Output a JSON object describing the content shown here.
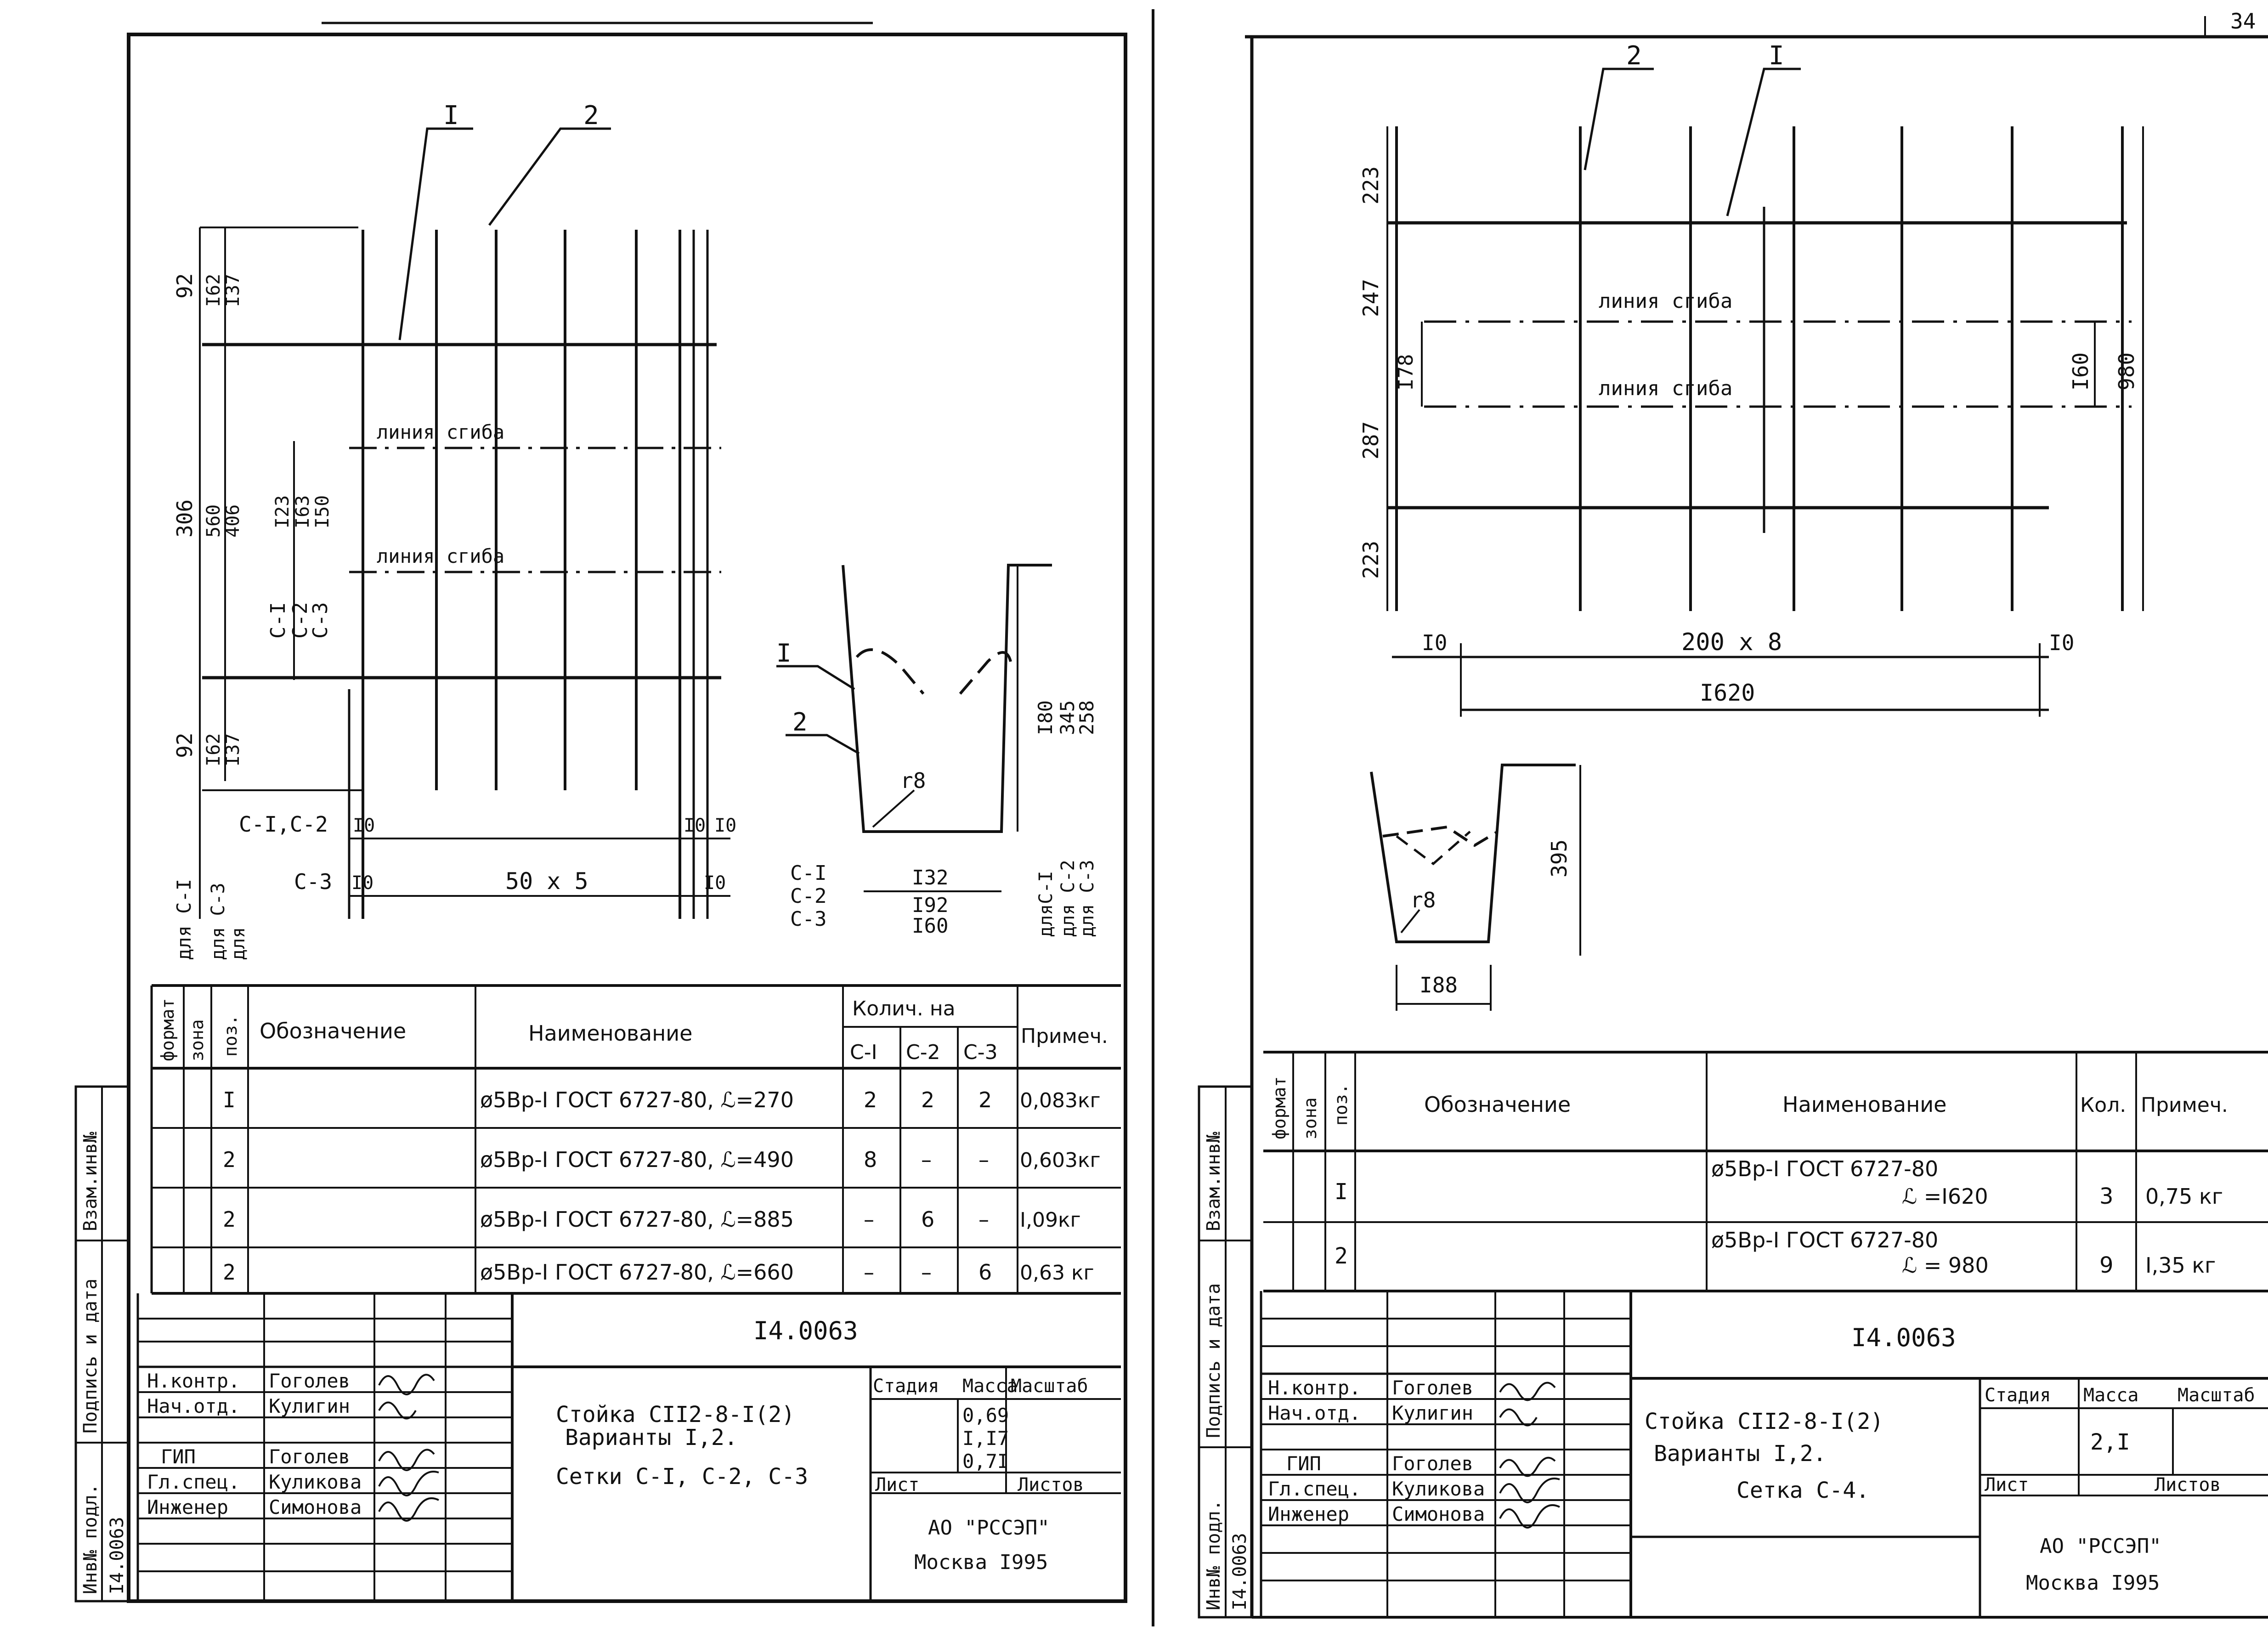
{
  "page_number": "34",
  "left": {
    "labels": {
      "pos1": "I",
      "pos2": "2",
      "bend1": "линия сгиба",
      "bend2": "линия сгиба",
      "d92a": "92",
      "d162a": "I62",
      "d137a": "I37",
      "d306": "306",
      "d560": "560",
      "d406": "406",
      "d123": "I23",
      "d163": "I63",
      "d150": "I50",
      "c1": "С-I",
      "c2": "С-2",
      "c3": "С-3",
      "d92b": "92",
      "d162b": "I62",
      "d137b": "I37",
      "row_c1c2": "С-I,С-2",
      "row_c3": "С-3",
      "d10a": "I0",
      "d10b": "I0",
      "d10c": "I0",
      "d10d": "I0",
      "d10e": "I0",
      "d50x5": "50 х 5",
      "forC1": "для С-I",
      "forC3a": "для С-3",
      "forC3b": "для",
      "s_pos1": "I",
      "s_pos2": "2",
      "s_r8": "r8",
      "s_d180": "I80",
      "s_d345": "345",
      "s_d258": "258",
      "s_forC1": "дляС-I",
      "s_forC2": "для С-2",
      "s_forC3": "для С-3",
      "s_c1": "С-I",
      "s_c2": "С-2",
      "s_c3": "С-3",
      "s_d132": "I32",
      "s_d192": "I92",
      "s_d160": "I60"
    },
    "spec": {
      "col_format": "формат",
      "col_zone": "зона",
      "col_pos": "поз.",
      "col_designation": "Обозначение",
      "col_name": "Наименование",
      "col_qty": "Колич. на",
      "col_c1": "С-I",
      "col_c2": "С-2",
      "col_c3": "С-3",
      "col_note": "Примеч.",
      "rows": [
        {
          "pos": "I",
          "name": "ø5Вр-I ГОСТ 6727-80, ℒ=270",
          "c1": "2",
          "c2": "2",
          "c3": "2",
          "note": "0,083кг"
        },
        {
          "pos": "2",
          "name": "ø5Вр-I ГОСТ 6727-80, ℒ=490",
          "c1": "8",
          "c2": "–",
          "c3": "–",
          "note": "0,603кг"
        },
        {
          "pos": "2",
          "name": "ø5Вр-I ГОСТ 6727-80, ℒ=885",
          "c1": "–",
          "c2": "6",
          "c3": "–",
          "note": "I,09кг"
        },
        {
          "pos": "2",
          "name": "ø5Вр-I ГОСТ 6727-80, ℒ=660",
          "c1": "–",
          "c2": "–",
          "c3": "6",
          "note": "0,63 кг"
        }
      ]
    },
    "side": {
      "inv": "Инв№ подл.",
      "inv_num": "I4.0063",
      "sign": "Подпись и дата",
      "vzam": "Взам.инв№"
    },
    "title_block": {
      "code": "I4.0063",
      "roles": [
        "Н.контр.",
        "Нач.отд.",
        "",
        "ГИП",
        "Гл.спец.",
        "Инженер"
      ],
      "names": [
        "Гоголев",
        "Кулигин",
        "",
        "Гоголев",
        "Куликова",
        "Симонова"
      ],
      "title1": "Стойка СII2-8-I(2)",
      "title2": "Варианты I,2.",
      "title3": "Сетки С-I, С-2, С-3",
      "stage": "Стадия",
      "mass": "Масса",
      "scale": "Масштаб",
      "mass_values": [
        "0,69",
        "I,I7",
        "0,7I"
      ],
      "sheet": "Лист",
      "sheets": "Листов",
      "org1": "АО \"РССЭП\"",
      "org2": "Москва  I995"
    }
  },
  "right": {
    "labels": {
      "pos2": "2",
      "pos1": "I",
      "d223a": "223",
      "d247": "247",
      "d178": "I78",
      "d287": "287",
      "d223b": "223",
      "bend1": "линия сгиба",
      "bend2": "линия сгиба",
      "d160": "I60",
      "d980": "980",
      "d10a": "I0",
      "d200x8": "200 х 8",
      "d10b": "I0",
      "d1620": "I620",
      "s_d395": "395",
      "s_r8": "r8",
      "s_d188": "I88"
    },
    "spec": {
      "col_format": "формат",
      "col_zone": "зона",
      "col_pos": "поз.",
      "col_designation": "Обозначение",
      "col_name": "Наименование",
      "col_qty": "Кол.",
      "col_note": "Примеч.",
      "rows": [
        {
          "pos": "I",
          "name": "ø5Вр-I ГОСТ 6727-80",
          "len": "ℒ =I620",
          "qty": "3",
          "note": "0,75 кг"
        },
        {
          "pos": "2",
          "name": "ø5Вр-I ГОСТ 6727-80",
          "len": "ℒ = 980",
          "qty": "9",
          "note": "I,35 кг"
        }
      ]
    },
    "side": {
      "inv": "Инв№ подл.",
      "inv_num": "I4.0063",
      "sign": "Подпись и дата",
      "vzam": "Взам.инв№"
    },
    "title_block": {
      "code": "I4.0063",
      "roles": [
        "Н.контр.",
        "Нач.отд.",
        "",
        "ГИП",
        "Гл.спец.",
        "Инженер"
      ],
      "names": [
        "Гоголев",
        "Кулигин",
        "",
        "Гоголев",
        "Куликова",
        "Симонова"
      ],
      "title1": "Стойка СII2-8-I(2)",
      "title2": "Варианты I,2.",
      "title3": "Сетка С-4.",
      "stage": "Стадия",
      "mass": "Масса",
      "scale": "Масштаб",
      "mass_values": [
        "2,I"
      ],
      "sheet": "Лист",
      "sheets": "Листов",
      "org1": "АО \"РССЭП\"",
      "org2": "Москва  I995"
    }
  }
}
